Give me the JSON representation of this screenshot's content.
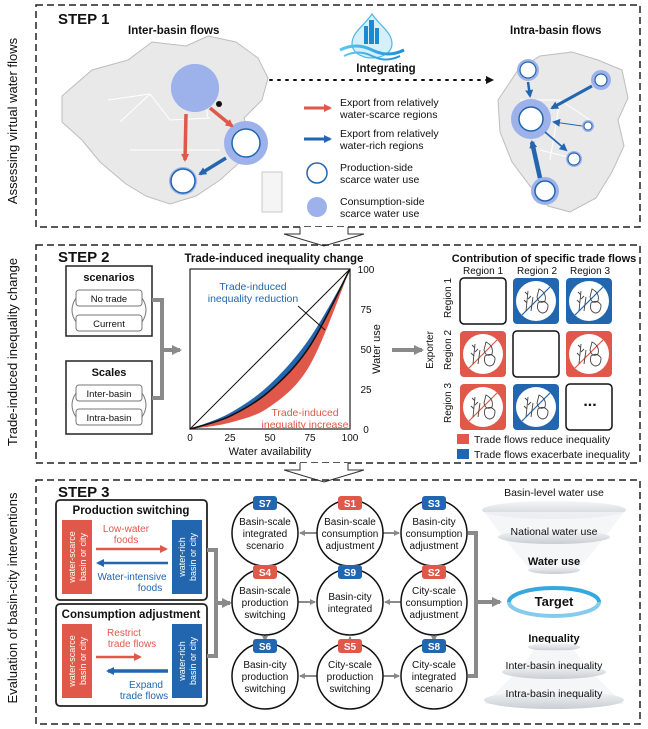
{
  "colors": {
    "red": "#e0584a",
    "blue": "#2266b0",
    "lightblue": "#9db2ea",
    "dark": "#222222",
    "grey": "#8a8a8a"
  },
  "side_labels": {
    "s1": "Assessing virtual water flows",
    "s2": "Trade-induced inequality change",
    "s3": "Evaluation of basin-city interventions"
  },
  "step1": {
    "title": "STEP 1",
    "inter_label": "Inter-basin flows",
    "intra_label": "Intra-basin flows",
    "integrating": "Integrating",
    "legend": {
      "red_l1": "Export from relatively",
      "red_l2": "water-scarce regions",
      "blue_l1": "Export from relatively",
      "blue_l2": "water-rich regions",
      "prod_l1": "Production-side",
      "prod_l2": "scarce water use",
      "cons_l1": "Consumption-side",
      "cons_l2": "scarce water use"
    }
  },
  "step2": {
    "title": "STEP 2",
    "scen_title": "scenarios",
    "scen_1": "No trade",
    "scen_2": "Current",
    "scales_title": "Scales",
    "scale_1": "Inter-basin",
    "scale_2": "Intra-basin",
    "chart_title": "Trade-induced inequality change",
    "ann_blue_1": "Trade-induced",
    "ann_blue_2": "inequality reduction",
    "ann_red_1": "Trade-induced",
    "ann_red_2": "inequality increase",
    "contrib_title": "Contribution of specific trade flows",
    "importer": [
      "Region 1",
      "Region 2",
      "Region 3"
    ],
    "exporter_label": "Exporter",
    "exporters": [
      "Region 1",
      "Region 2",
      "Region 3"
    ],
    "ellipsis": "...",
    "legend_red": "Trade flows reduce inequality",
    "legend_blue": "Trade flows exacerbate inequality"
  },
  "chart_data": {
    "type": "area",
    "xlabel": "Water availability",
    "ylabel": "Water use",
    "xlim": [
      0,
      100
    ],
    "ylim": [
      0,
      100
    ],
    "x_ticks": [
      "0",
      "25",
      "50",
      "75",
      "100"
    ],
    "y_ticks": [
      "0",
      "25",
      "50",
      "75",
      "100"
    ],
    "series": [
      {
        "name": "equality line",
        "x": [
          0,
          100
        ],
        "y": [
          0,
          100
        ]
      },
      {
        "x": [
          0,
          25,
          50,
          75,
          100
        ],
        "y": [
          0,
          8,
          24,
          52,
          100
        ]
      },
      {
        "x": [
          0,
          25,
          50,
          75,
          100
        ],
        "y": [
          0,
          10,
          28,
          57,
          100
        ]
      },
      {
        "x": [
          0,
          25,
          50,
          75,
          100
        ],
        "y": [
          0,
          4,
          14,
          40,
          100
        ]
      }
    ]
  },
  "step3": {
    "title": "STEP 3",
    "ps_title": "Production switching",
    "ca_title": "Consumption adjustment",
    "scarce_1": "water-scarce",
    "scarce_2": "basin or city",
    "rich_1": "water-rich",
    "rich_2": "basin or city",
    "low_water_1": "Low-water",
    "low_water_2": "foods",
    "intensive_1": "Water-intensive",
    "intensive_2": "foods",
    "restrict_1": "Restrict",
    "restrict_2": "trade flows",
    "expand_1": "Expand",
    "expand_2": "trade flows",
    "nodes": [
      {
        "tag": "S7",
        "l1": "Basin-scale",
        "l2": "integrated",
        "l3": "scenario"
      },
      {
        "tag": "S1",
        "l1": "Basin-scale",
        "l2": "consumption",
        "l3": "adjustment"
      },
      {
        "tag": "S3",
        "l1": "Basin-city",
        "l2": "consumption",
        "l3": "adjustment"
      },
      {
        "tag": "S4",
        "l1": "Basin-scale",
        "l2": "production",
        "l3": "switching"
      },
      {
        "tag": "S9",
        "l1": "Basin-city",
        "l2": "integrated",
        "l3": ""
      },
      {
        "tag": "S2",
        "l1": "City-scale",
        "l2": "consumption",
        "l3": "adjustment"
      },
      {
        "tag": "S6",
        "l1": "Basin-city",
        "l2": "production",
        "l3": "switching"
      },
      {
        "tag": "S5",
        "l1": "City-scale",
        "l2": "production",
        "l3": "switching"
      },
      {
        "tag": "S8",
        "l1": "City-scale",
        "l2": "integrated",
        "l3": "scenario"
      }
    ],
    "t_basin": "Basin-level  water use",
    "t_national": "National water use",
    "t_water": "Water use",
    "t_target": "Target",
    "t_inequality": "Inequality",
    "t_inter": "Inter-basin inequality",
    "t_intra": "Intra-basin inequality"
  }
}
